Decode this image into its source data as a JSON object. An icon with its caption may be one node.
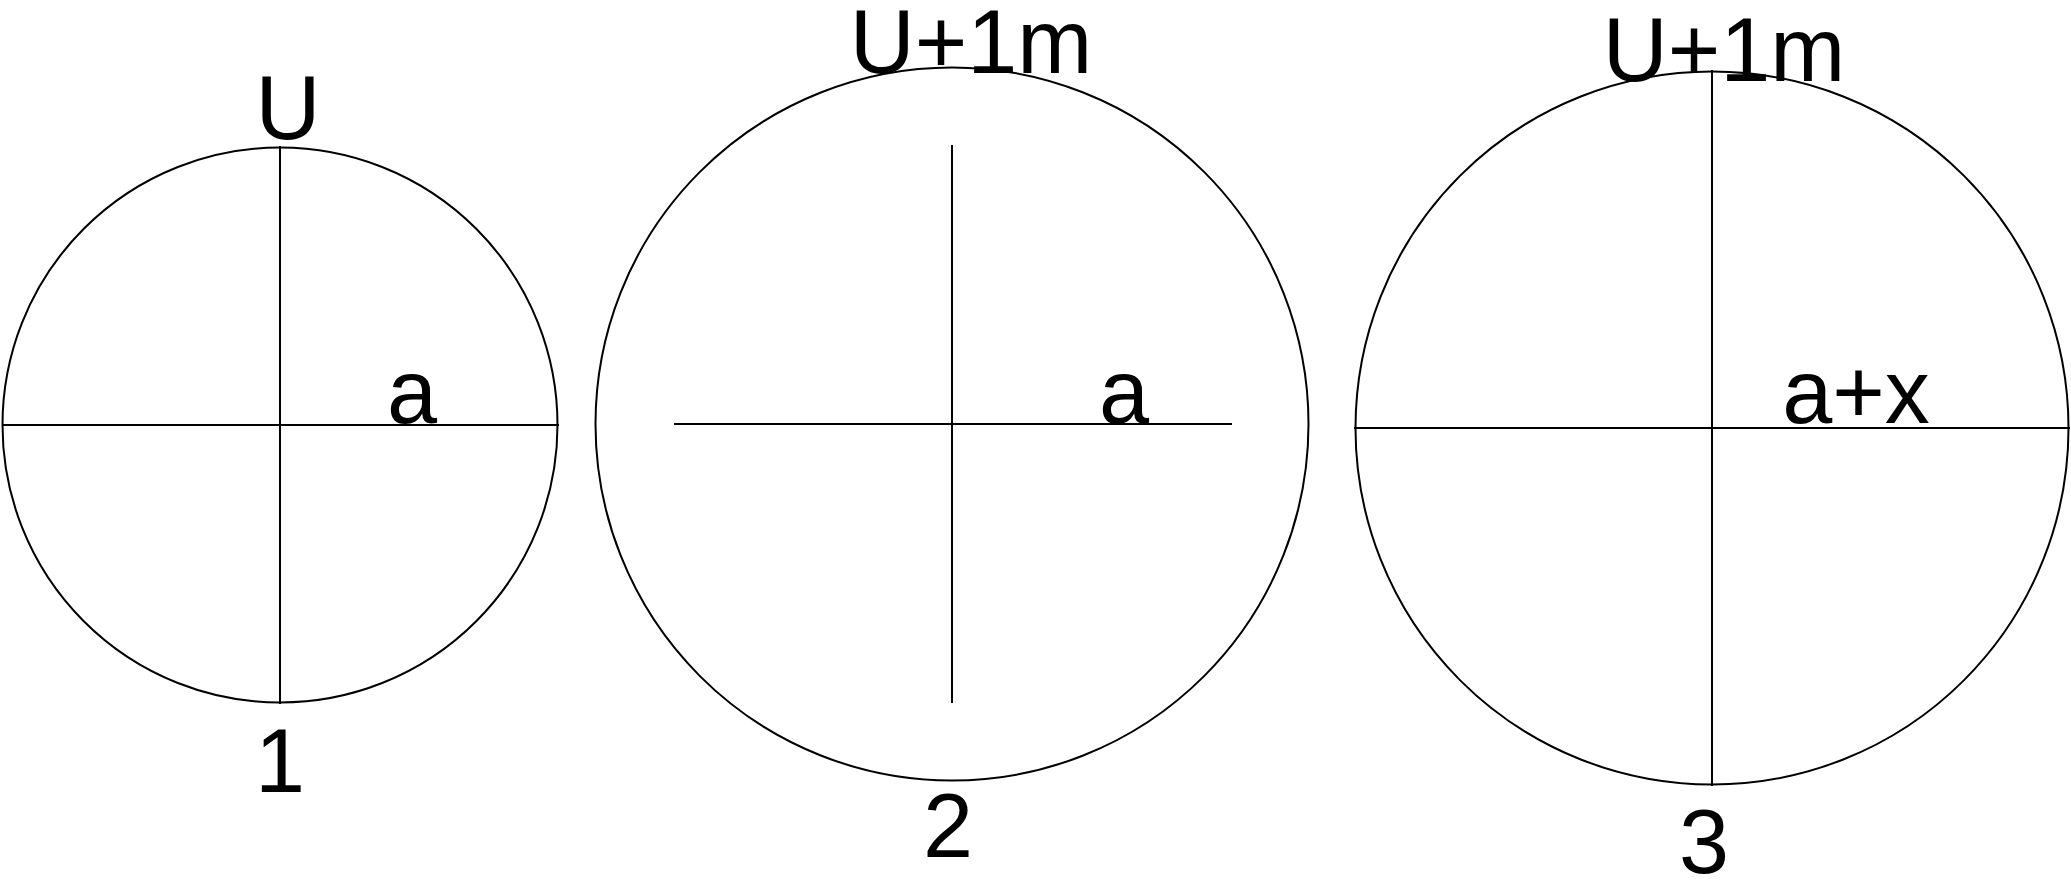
{
  "diagram": {
    "nodes": [
      {
        "text": [
          "U",
          "a"
        ],
        "beside": [
          "1"
        ]
      },
      {
        "text": [
          "U+1m",
          "a"
        ],
        "beside": [
          "2"
        ]
      },
      {
        "text": [
          "U+1m",
          "a+x"
        ],
        "beside": [
          "3"
        ]
      }
    ]
  }
}
